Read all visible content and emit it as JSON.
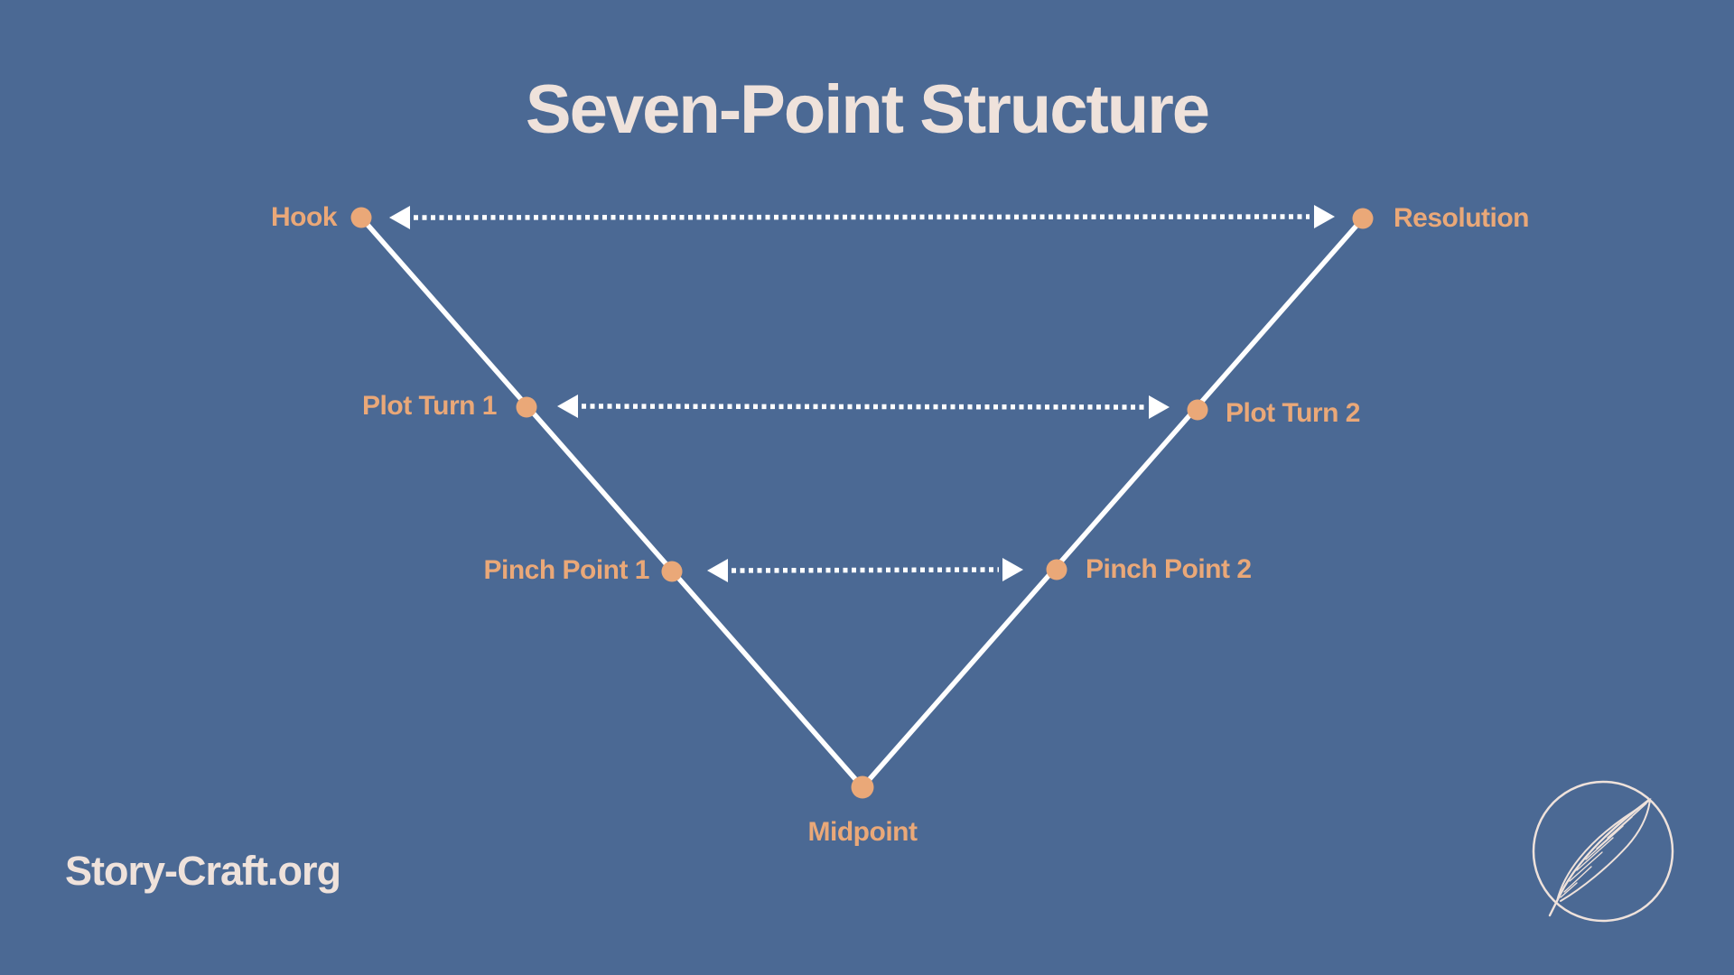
{
  "title": "Seven-Point Structure",
  "brand": "Story-Craft.org",
  "colors": {
    "background": "#4B6994",
    "accent_orange": "#EAA878",
    "cream": "#EFE2DB",
    "line_white": "#FFFFFF"
  },
  "icons": {
    "logo": "feather-icon"
  },
  "nodes": {
    "hook": {
      "label": "Hook"
    },
    "plot_turn_1": {
      "label": "Plot Turn 1"
    },
    "pinch_point_1": {
      "label": "Pinch Point 1"
    },
    "midpoint": {
      "label": "Midpoint"
    },
    "pinch_point_2": {
      "label": "Pinch Point 2"
    },
    "plot_turn_2": {
      "label": "Plot Turn 2"
    },
    "resolution": {
      "label": "Resolution"
    }
  },
  "connectors": [
    {
      "from": "Hook",
      "to": "Resolution",
      "style": "dotted-double-arrow"
    },
    {
      "from": "Plot Turn 1",
      "to": "Plot Turn 2",
      "style": "dotted-double-arrow"
    },
    {
      "from": "Pinch Point 1",
      "to": "Pinch Point 2",
      "style": "dotted-double-arrow"
    }
  ]
}
